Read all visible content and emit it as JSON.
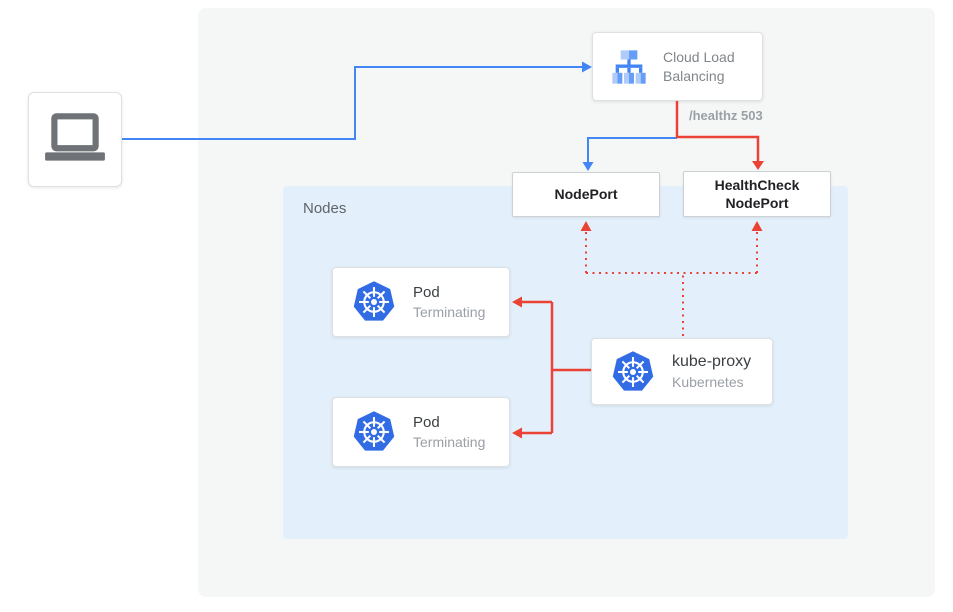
{
  "colors": {
    "flow_blue": "#4285F4",
    "flow_red": "#EA4335",
    "kubernetes_blue": "#326CE5",
    "nodes_panel_bg": "#E3F0FB",
    "gcp_panel_bg": "#F5F6F6"
  },
  "client": {
    "icon": "laptop"
  },
  "cloud_load_balancing": {
    "label": "Cloud Load Balancing",
    "icon": "cloud-load-balancing"
  },
  "edge_labels": {
    "health_check": "/healthz 503"
  },
  "node_port": {
    "label": "NodePort"
  },
  "health_check_node_port": {
    "label": "HealthCheck NodePort"
  },
  "nodes_group": {
    "label": "Nodes"
  },
  "pods": [
    {
      "title": "Pod",
      "status": "Terminating",
      "icon": "kubernetes"
    },
    {
      "title": "Pod",
      "status": "Terminating",
      "icon": "kubernetes"
    }
  ],
  "kube_proxy": {
    "title": "kube-proxy",
    "subtitle": "Kubernetes",
    "icon": "kubernetes"
  }
}
